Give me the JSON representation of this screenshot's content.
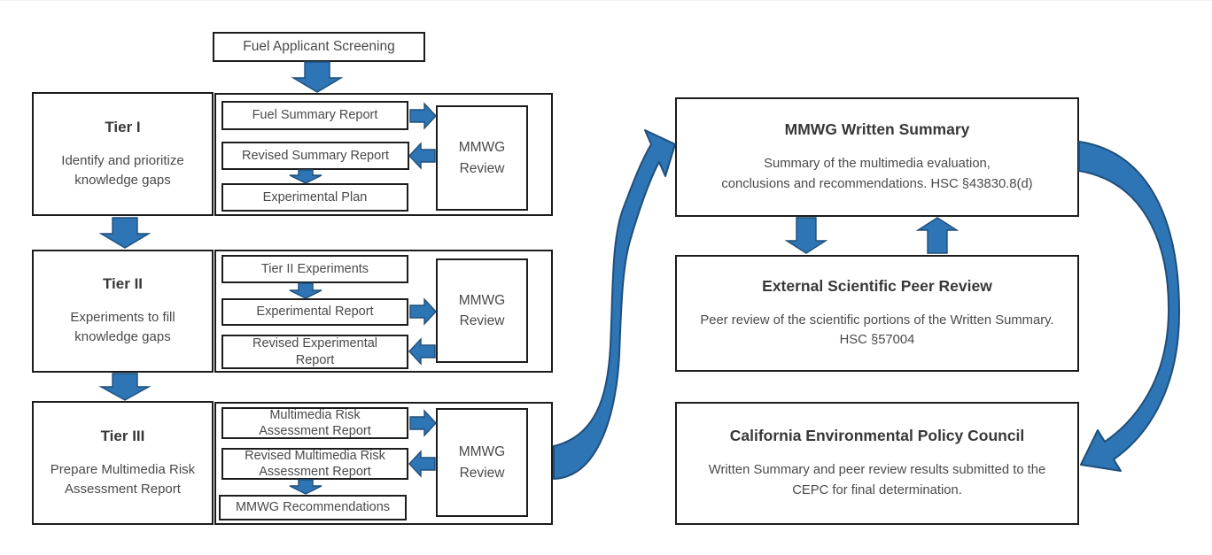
{
  "colors": {
    "arrow-fill": "#2E75B6",
    "arrow-stroke": "#1F4E79",
    "box-border": "#1c1c1c",
    "title-text": "#383838",
    "body-text": "#4a4a4a",
    "page-bg": "#ffffff"
  },
  "screening": {
    "label": "Fuel Applicant Screening"
  },
  "tiers": [
    {
      "title": "Tier I",
      "description": "Identify and prioritize\nknowledge gaps",
      "steps": [
        "Fuel Summary Report",
        "Revised Summary Report",
        "Experimental Plan"
      ],
      "review": "MMWG\nReview"
    },
    {
      "title": "Tier II",
      "description": "Experiments to fill\nknowledge gaps",
      "steps": [
        "Tier II Experiments",
        "Experimental Report",
        "Revised Experimental\nReport"
      ],
      "review": "MMWG\nReview"
    },
    {
      "title": "Tier III",
      "description": "Prepare Multimedia Risk\nAssessment Report",
      "steps": [
        "Multimedia Risk\nAssessment Report",
        "Revised Multimedia Risk\nAssessment Report",
        "MMWG Recommendations"
      ],
      "review": "MMWG\nReview"
    }
  ],
  "outcomes": [
    {
      "title": "MMWG Written Summary",
      "description": "Summary of the multimedia evaluation,\nconclusions and recommendations. HSC §43830.8(d)"
    },
    {
      "title": "External Scientific Peer Review",
      "description": "Peer review of the scientific portions of the Written Summary.\nHSC §57004"
    },
    {
      "title": "California Environmental Policy Council",
      "description": "Written Summary and peer review results submitted to the\nCEPC for final determination."
    }
  ]
}
